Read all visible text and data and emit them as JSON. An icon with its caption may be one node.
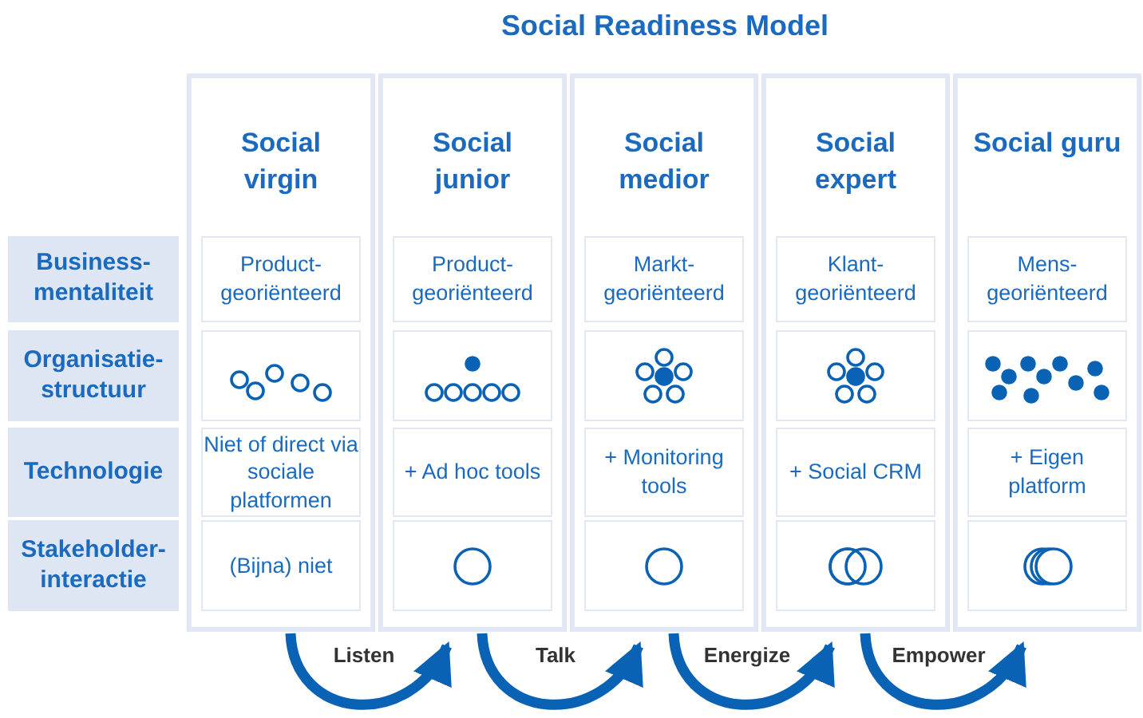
{
  "diagram": {
    "title": "Social Readiness Model",
    "nodes": [
      {
        "text": [
          "Business-mentaliteit"
        ]
      },
      {
        "text": [
          "Organisatie-structuur"
        ]
      },
      {
        "text": [
          "Technologie"
        ]
      },
      {
        "text": [
          "Stakeholder-interactie"
        ]
      },
      {
        "text": [
          "Social virgin"
        ]
      },
      {
        "text": [
          "Product-georiënteerd"
        ],
        "in": 4
      },
      {
        "text": [],
        "shape": "circle",
        "in": 4
      },
      {
        "text": [
          "Niet of direct via sociale platformen"
        ],
        "in": 4
      },
      {
        "text": [
          "(Bijna) niet"
        ],
        "in": 4
      },
      {
        "text": [
          "Social junior"
        ]
      },
      {
        "text": [
          "Product-georiënteerd"
        ],
        "in": 9
      },
      {
        "text": [],
        "shape": "circle",
        "in": 9
      },
      {
        "text": [
          "+ Ad hoc tools"
        ],
        "in": 9
      },
      {
        "text": [],
        "shape": "circle",
        "in": 9
      },
      {
        "text": [
          "Social medior"
        ]
      },
      {
        "text": [
          "Markt-georiënteerd"
        ],
        "in": 14
      },
      {
        "text": [],
        "shape": "circle",
        "in": 14
      },
      {
        "text": [
          "+ Monitoring tools"
        ],
        "in": 14
      },
      {
        "text": [],
        "shape": "circle",
        "in": 14
      },
      {
        "text": [
          "Social expert"
        ]
      },
      {
        "text": [
          "Klant-georiënteerd"
        ],
        "in": 19
      },
      {
        "text": [],
        "shape": "circle",
        "in": 19
      },
      {
        "text": [
          "+ Social CRM"
        ],
        "in": 19
      },
      {
        "text": [],
        "shape": "circle",
        "in": 19
      },
      {
        "text": [
          "Social guru"
        ]
      },
      {
        "text": [
          "Mens-georiënteerd"
        ],
        "in": 24
      },
      {
        "text": [],
        "shape": "circle",
        "in": 24
      },
      {
        "text": [
          "+ Eigen platform"
        ],
        "in": 24
      },
      {
        "text": [],
        "shape": "circle",
        "in": 24
      }
    ],
    "edges": [
      {
        "from": 4,
        "to": 9,
        "label": "Listen",
        "arrow": "to"
      },
      {
        "from": 9,
        "to": 14,
        "label": "Talk",
        "arrow": "to"
      },
      {
        "from": 14,
        "to": 19,
        "label": "Energize",
        "arrow": "to"
      },
      {
        "from": 19,
        "to": 24,
        "label": "Empower",
        "arrow": "to"
      }
    ]
  }
}
